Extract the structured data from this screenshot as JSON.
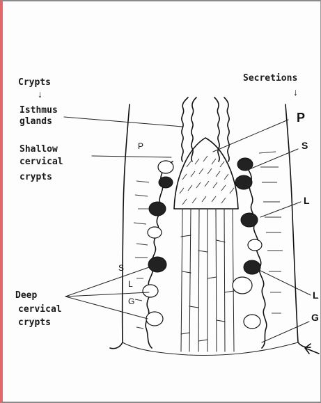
{
  "labels": {
    "crypts": "Crypts",
    "crypts_arrow": "↓",
    "secretions": "Secretions",
    "secretions_arrow": "↓",
    "isthmus_line1": "Isthmus",
    "isthmus_line2": "glands",
    "shallow_line1": "Shallow",
    "shallow_line2": "cervical",
    "shallow_line3": "crypts",
    "deep_line1": "Deep",
    "deep_line2": "cervical",
    "deep_line3": "crypts",
    "left_P": "P",
    "left_S": "S",
    "left_L": "L",
    "left_G": "G",
    "right_P": "P",
    "right_S": "S",
    "right_L_upper": "L",
    "right_L_lower": "L",
    "right_G": "G"
  }
}
